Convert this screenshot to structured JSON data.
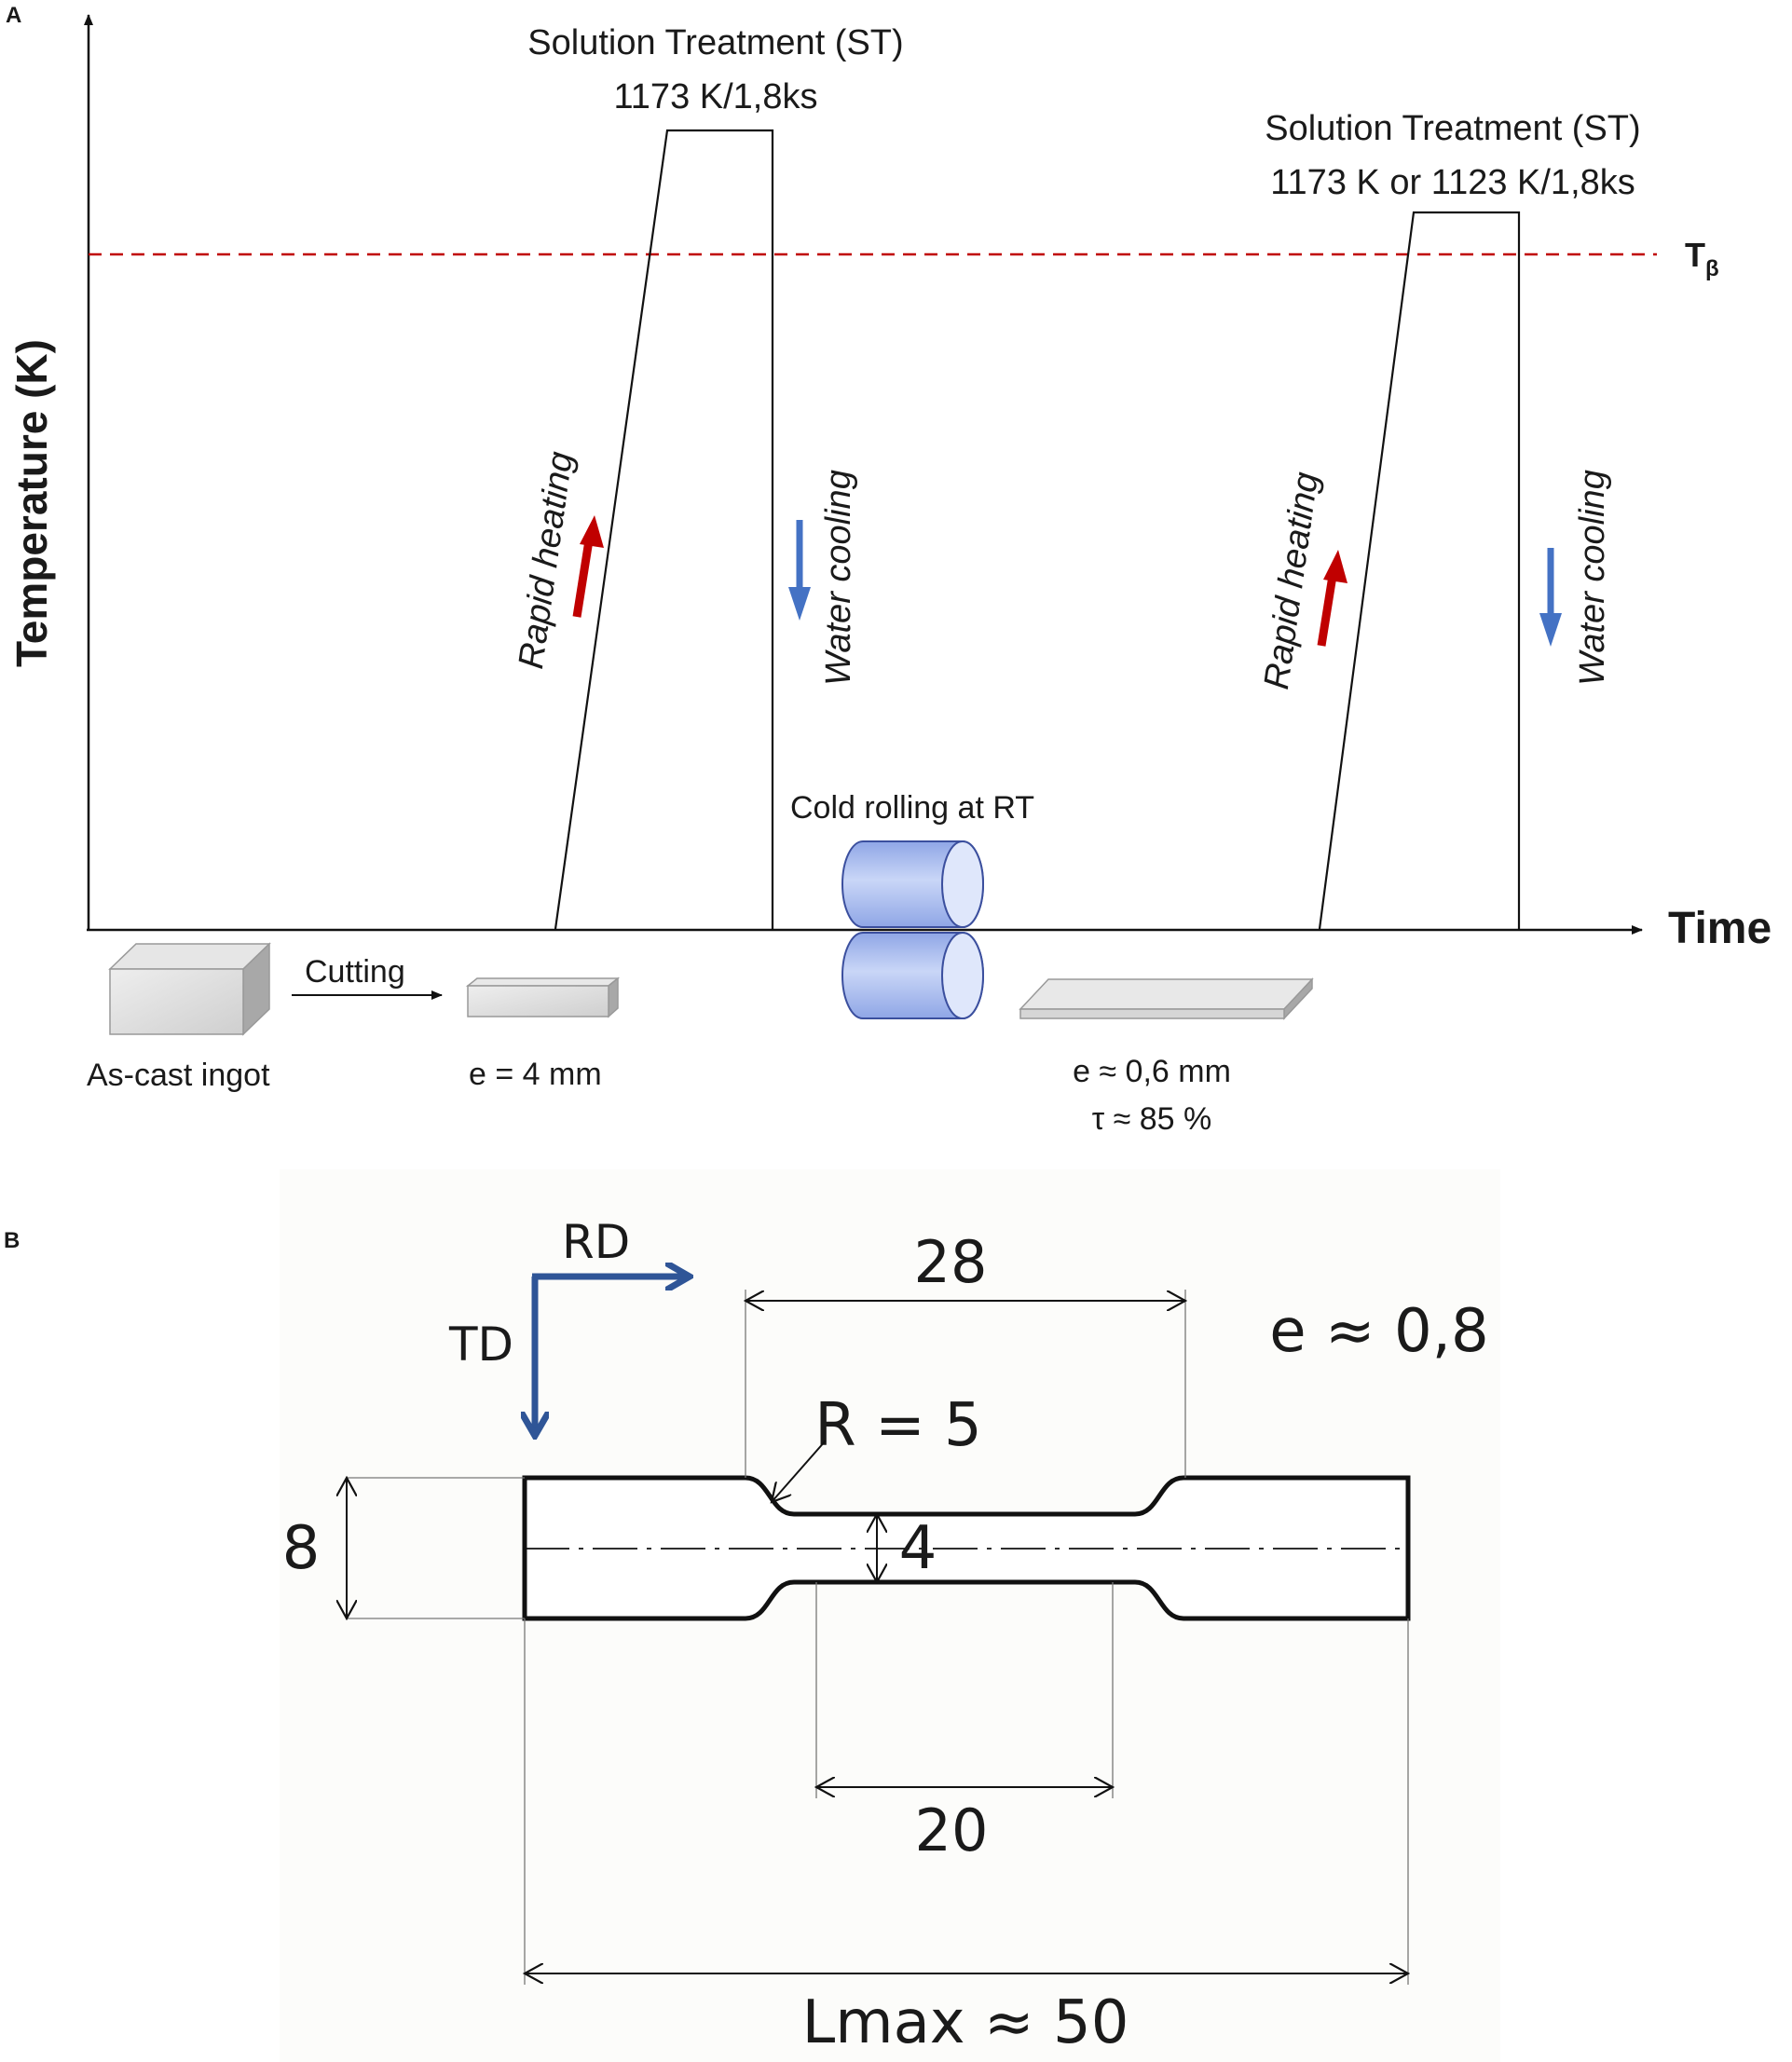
{
  "panelA": {
    "letter": "A",
    "y_axis_label": "Temperature (K)",
    "x_axis_label": "Time",
    "t_beta": {
      "main": "T",
      "sub": "β"
    },
    "treatment1": {
      "line1": "Solution Treatment (ST)",
      "line2": "1173 K/1,8ks"
    },
    "treatment2": {
      "line1": "Solution Treatment (ST)",
      "line2": "1173 K or 1123 K/1,8ks"
    },
    "rapid_heating": "Rapid heating",
    "water_cooling": "Water cooling",
    "cold_rolling": "Cold rolling at RT",
    "cutting": "Cutting",
    "ingot_label": "As-cast ingot",
    "thickness_after_cutting": "e = 4 mm",
    "thickness_after_rolling": "e ≈ 0,6 mm",
    "reduction_ratio": "τ ≈ 85 %",
    "colors": {
      "heating_arrow": "#c00000",
      "cooling_arrow": "#4472c4",
      "t_beta_line": "#c00000",
      "roller": "#b4c7f0"
    }
  },
  "panelB": {
    "letter": "B",
    "rd": "RD",
    "td": "TD",
    "gauge_top_length": "28",
    "thickness": "e ≈ 0,8",
    "radius": "R = 5",
    "grip_width": "8",
    "gauge_width": "4",
    "gauge_length": "20",
    "total_length": "Lmax ≈ 50",
    "colors": {
      "direction_arrows": "#2f5597"
    }
  }
}
